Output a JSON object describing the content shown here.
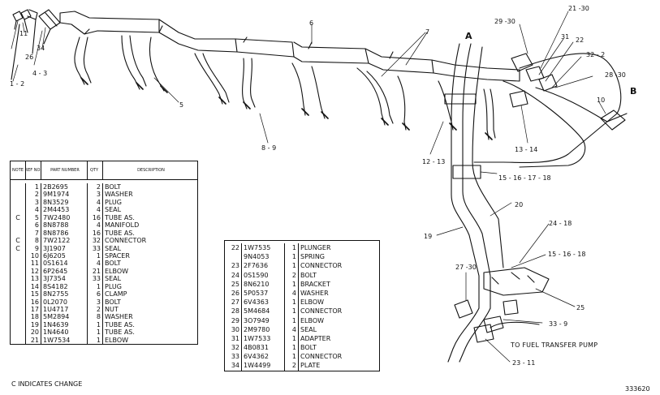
{
  "callouts": {
    "c_11": "11",
    "c_1_2": "1 - 2",
    "c_26": "26",
    "c_34": "34",
    "c_4_3": "4 - 3",
    "c_6": "6",
    "c_5": "5",
    "c_8_9": "8 - 9",
    "c_7": "7",
    "c_A": "A",
    "c_B": "B",
    "c_29_30": "29 -30",
    "c_21_30": "21 -30",
    "c_31": "31",
    "c_22": "22",
    "c_32_2": "32 - 2",
    "c_28_30": "28 -30",
    "c_10": "10",
    "c_13_14": "13 - 14",
    "c_12_13": "12 - 13",
    "c_15_16_17_18": "15 - 16 - 17 - 18",
    "c_20": "20",
    "c_19": "19",
    "c_24_18": "24 - 18",
    "c_15_16_18": "15 - 16 - 18",
    "c_27_30": "27 -30",
    "c_25": "25",
    "c_33_9": "33 - 9",
    "c_23_11": "23 - 11",
    "c_pump": "TO FUEL TRANSFER PUMP"
  },
  "table1": {
    "headers": {
      "note": "NOTE",
      "ref": "REF NO",
      "part": "PART NUMBER",
      "qty": "QTY",
      "desc": "DESCRIPTION"
    },
    "rows": [
      {
        "note": "",
        "ref": "1",
        "part": "2B2695",
        "qty": "2",
        "desc": "BOLT"
      },
      {
        "note": "",
        "ref": "2",
        "part": "9M1974",
        "qty": "3",
        "desc": "WASHER"
      },
      {
        "note": "",
        "ref": "3",
        "part": "8N3529",
        "qty": "4",
        "desc": "PLUG"
      },
      {
        "note": "",
        "ref": "4",
        "part": "2M4453",
        "qty": "4",
        "desc": "SEAL"
      },
      {
        "note": "C",
        "ref": "5",
        "part": "7W2480",
        "qty": "16",
        "desc": "TUBE AS."
      },
      {
        "note": "",
        "ref": "6",
        "part": "8N8788",
        "qty": "4",
        "desc": "MANIFOLD"
      },
      {
        "note": "",
        "ref": "7",
        "part": "8N8786",
        "qty": "16",
        "desc": "TUBE AS."
      },
      {
        "note": "C",
        "ref": "8",
        "part": "7W2122",
        "qty": "32",
        "desc": "CONNECTOR"
      },
      {
        "note": "C",
        "ref": "9",
        "part": "3J1907",
        "qty": "33",
        "desc": "SEAL"
      },
      {
        "note": "",
        "ref": "10",
        "part": "6J6205",
        "qty": "1",
        "desc": "SPACER"
      },
      {
        "note": "",
        "ref": "11",
        "part": "0S1614",
        "qty": "4",
        "desc": "BOLT"
      },
      {
        "note": "",
        "ref": "12",
        "part": "6P2645",
        "qty": "21",
        "desc": "ELBOW"
      },
      {
        "note": "",
        "ref": "13",
        "part": "3J7354",
        "qty": "33",
        "desc": "SEAL"
      },
      {
        "note": "",
        "ref": "14",
        "part": "8S4182",
        "qty": "1",
        "desc": "PLUG"
      },
      {
        "note": "",
        "ref": "15",
        "part": "8N2755",
        "qty": "6",
        "desc": "CLAMP"
      },
      {
        "note": "",
        "ref": "16",
        "part": "0L2070",
        "qty": "3",
        "desc": "BOLT"
      },
      {
        "note": "",
        "ref": "17",
        "part": "1U4717",
        "qty": "2",
        "desc": "NUT"
      },
      {
        "note": "",
        "ref": "18",
        "part": "5M2894",
        "qty": "8",
        "desc": "WASHER"
      },
      {
        "note": "",
        "ref": "19",
        "part": "1N4639",
        "qty": "1",
        "desc": "TUBE AS."
      },
      {
        "note": "",
        "ref": "20",
        "part": "1N4640",
        "qty": "1",
        "desc": "TUBE AS."
      },
      {
        "note": "",
        "ref": "21",
        "part": "1W7534",
        "qty": "1",
        "desc": "ELBOW"
      }
    ]
  },
  "table2": {
    "rows": [
      {
        "ref": "22",
        "part": "1W7535",
        "qty": "1",
        "desc": "PLUNGER"
      },
      {
        "ref": "",
        "part": "9N4053",
        "qty": "1",
        "desc": "SPRING"
      },
      {
        "ref": "23",
        "part": "2F7636",
        "qty": "1",
        "desc": "CONNECTOR"
      },
      {
        "ref": "24",
        "part": "0S1590",
        "qty": "2",
        "desc": "BOLT"
      },
      {
        "ref": "25",
        "part": "8N6210",
        "qty": "1",
        "desc": "BRACKET"
      },
      {
        "ref": "26",
        "part": "5P0537",
        "qty": "4",
        "desc": "WASHER"
      },
      {
        "ref": "27",
        "part": "6V4363",
        "qty": "1",
        "desc": "ELBOW"
      },
      {
        "ref": "28",
        "part": "5M4684",
        "qty": "1",
        "desc": "CONNECTOR"
      },
      {
        "ref": "29",
        "part": "3O7949",
        "qty": "1",
        "desc": "ELBOW"
      },
      {
        "ref": "30",
        "part": "2M9780",
        "qty": "4",
        "desc": "SEAL"
      },
      {
        "ref": "31",
        "part": "1W7533",
        "qty": "1",
        "desc": "ADAPTER"
      },
      {
        "ref": "32",
        "part": "4B0831",
        "qty": "1",
        "desc": "BOLT"
      },
      {
        "ref": "33",
        "part": "6V4362",
        "qty": "1",
        "desc": "CONNECTOR"
      },
      {
        "ref": "34",
        "part": "1W4499",
        "qty": "2",
        "desc": "PLATE"
      }
    ]
  },
  "footnote": "C    INDICATES  CHANGE",
  "drawing_number": "333620"
}
